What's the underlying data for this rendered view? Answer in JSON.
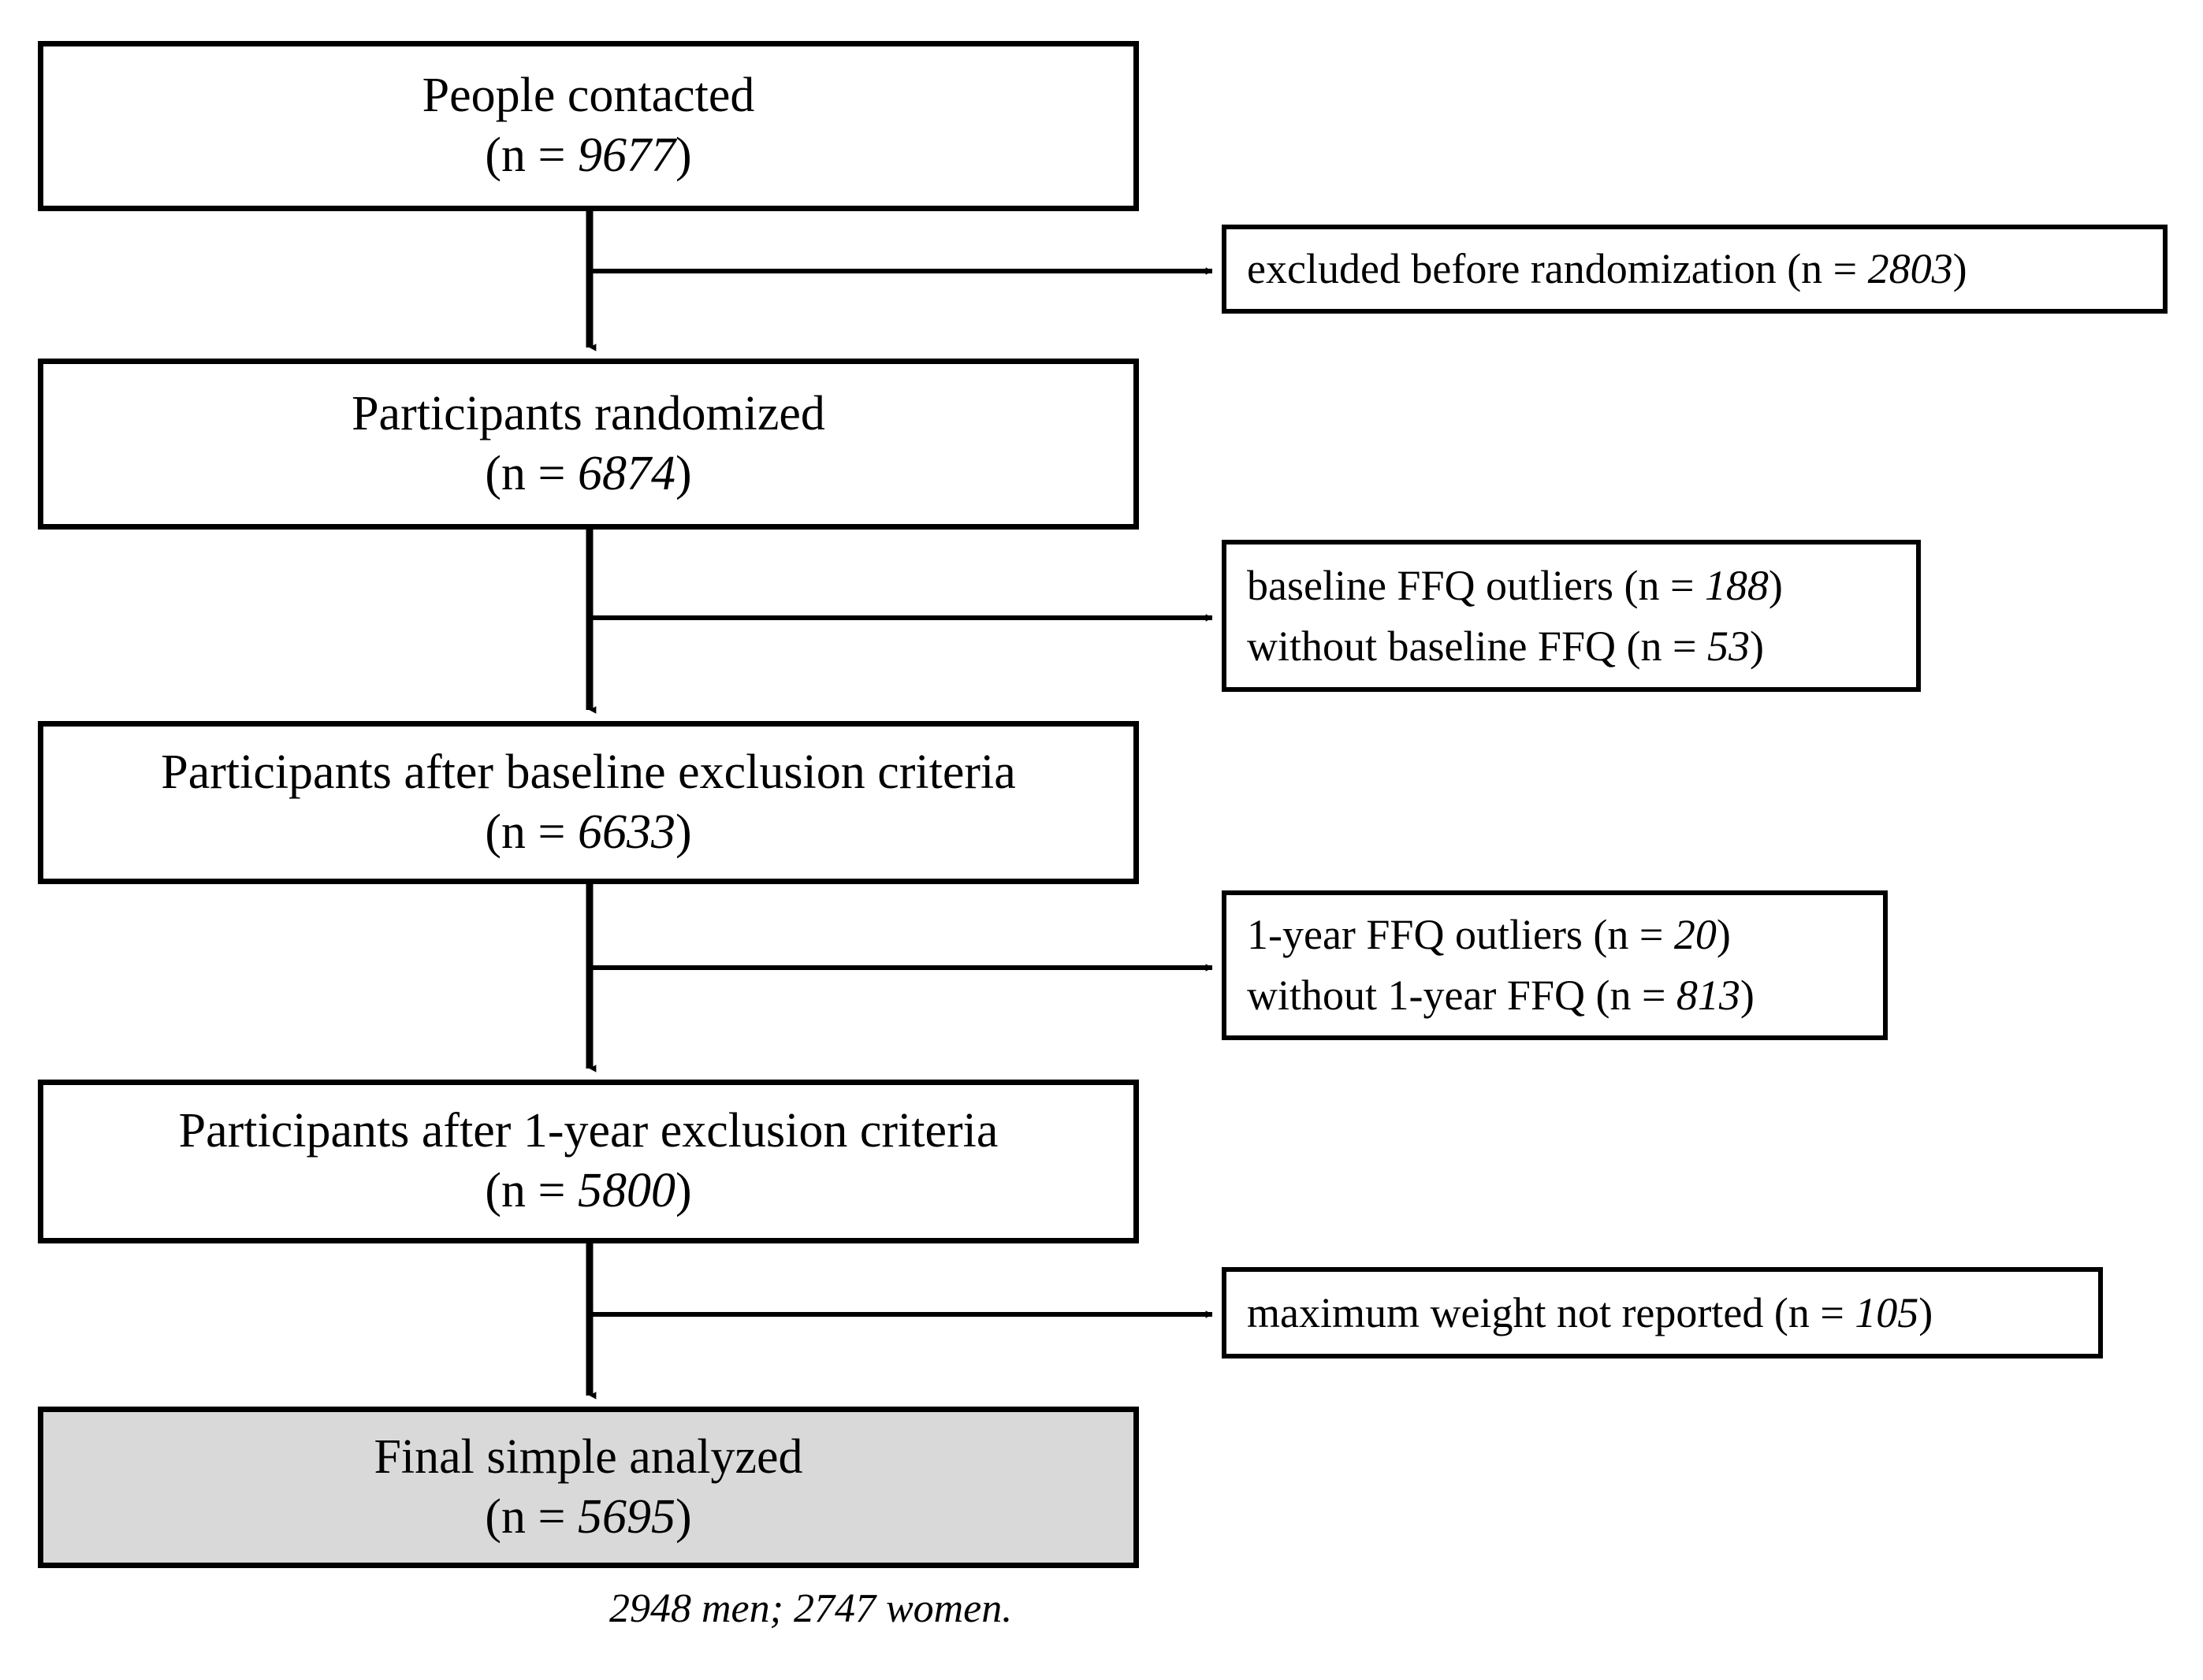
{
  "figure": {
    "type": "flowchart",
    "orientation": "top-to-bottom",
    "title": "",
    "caption": "2948 men;  2747 women.",
    "shaded_fill": "#d9d9d9",
    "line_color": "#000000",
    "background": "#ffffff"
  },
  "main_nodes": [
    {
      "id": "people-contacted",
      "label": "People contacted",
      "n_prefix": "(n = ",
      "n_value": "9677",
      "n_suffix": ")",
      "shaded": false
    },
    {
      "id": "participants-randomized",
      "label": "Participants randomized",
      "n_prefix": "(n = ",
      "n_value": "6874",
      "n_suffix": ")",
      "shaded": false
    },
    {
      "id": "after-baseline-exclusion",
      "label": "Participants after baseline exclusion criteria",
      "n_prefix": "(n = ",
      "n_value": "6633",
      "n_suffix": ")",
      "shaded": false
    },
    {
      "id": "after-1year-exclusion",
      "label": "Participants after 1-year exclusion criteria",
      "n_prefix": "(n = ",
      "n_value": "5800",
      "n_suffix": ")",
      "shaded": false
    },
    {
      "id": "final-sample-analyzed",
      "label": "Final simple analyzed",
      "n_prefix": "(n = ",
      "n_value": "5695",
      "n_suffix": ")",
      "shaded": true
    }
  ],
  "side_nodes": [
    {
      "id": "excluded-before-randomization",
      "lines": [
        {
          "text": "excluded before randomization (n = ",
          "value": "2803",
          "tail": ")"
        }
      ]
    },
    {
      "id": "baseline-ffq-exclusions",
      "lines": [
        {
          "text": "baseline FFQ outliers (n = ",
          "value": "188",
          "tail": ")"
        },
        {
          "text": "without baseline FFQ (n = ",
          "value": "53",
          "tail": ")"
        }
      ]
    },
    {
      "id": "oneyear-ffq-exclusions",
      "lines": [
        {
          "text": "1-year FFQ outliers (n = ",
          "value": "20",
          "tail": ")"
        },
        {
          "text": "without 1-year FFQ (n = ",
          "value": "813",
          "tail": ")"
        }
      ]
    },
    {
      "id": "max-weight-not-reported",
      "lines": [
        {
          "text": "maximum weight not reported (n = ",
          "value": "105",
          "tail": ")"
        }
      ]
    }
  ],
  "flow_counts": {
    "contacted": 9677,
    "excluded_before_randomization": 2803,
    "randomized": 6874,
    "baseline_ffq_outliers": 188,
    "without_baseline_ffq": 53,
    "after_baseline_exclusion": 6633,
    "oneyear_ffq_outliers": 20,
    "without_oneyear_ffq": 813,
    "after_oneyear_exclusion": 5800,
    "maximum_weight_not_reported": 105,
    "final_sample": 5695,
    "men": 2948,
    "women": 2747
  }
}
